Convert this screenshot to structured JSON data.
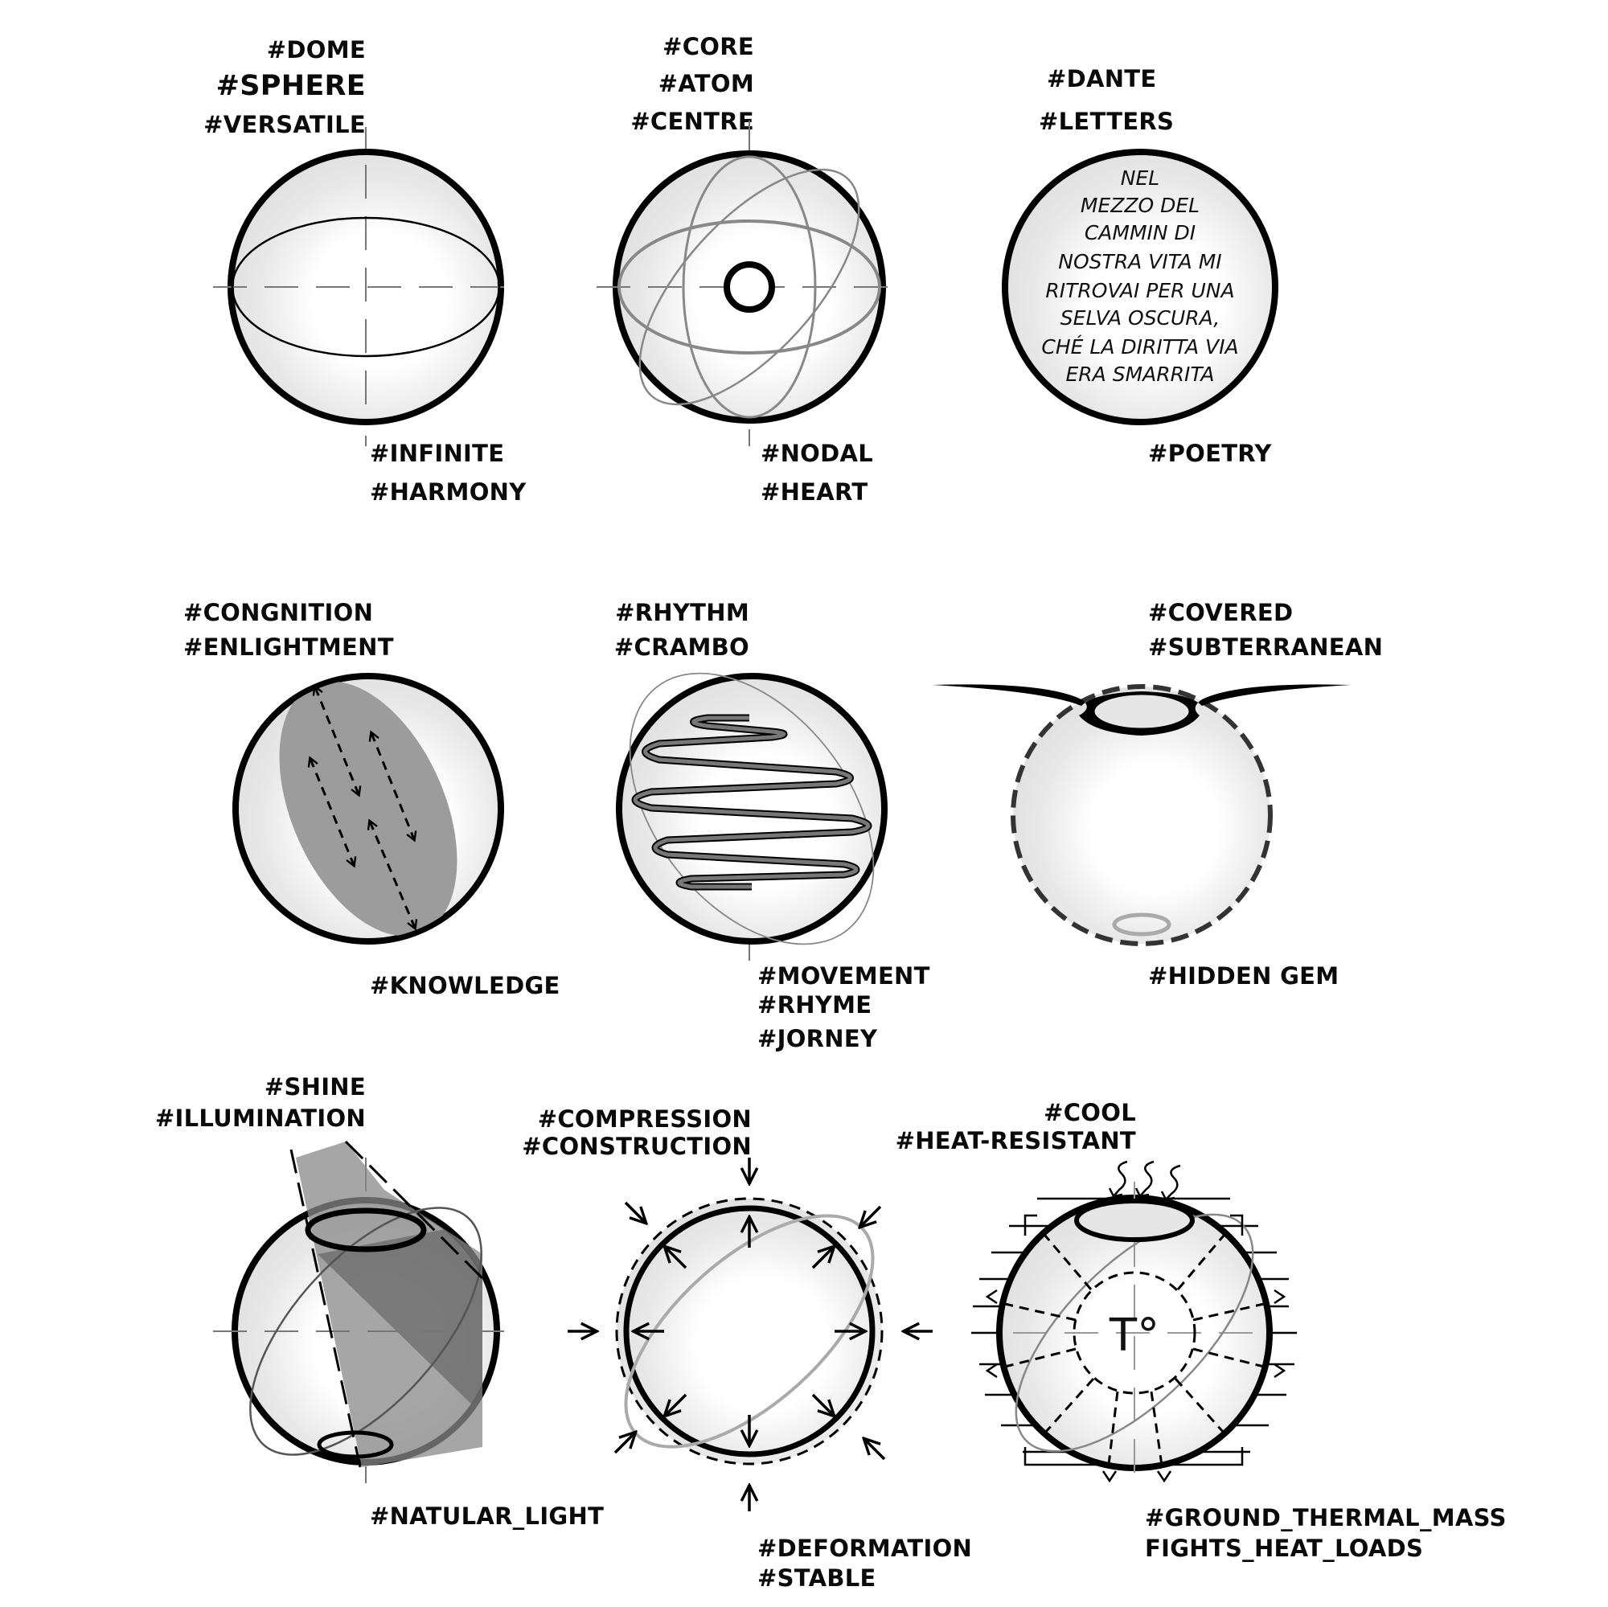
{
  "panels": [
    {
      "id": "sphere",
      "tags_top": [
        "#DOME",
        "#SPHERE",
        "#VERSATILE"
      ],
      "tags_bottom": [
        "#INFINITE",
        "#HARMONY"
      ]
    },
    {
      "id": "atom",
      "tags_top": [
        "#CORE",
        "#ATOM",
        "#CENTRE"
      ],
      "tags_bottom": [
        "#NODAL",
        "#HEART"
      ]
    },
    {
      "id": "dante",
      "tags_top": [
        "#DANTE",
        "#LETTERS"
      ],
      "tags_bottom": [
        "#POETRY"
      ],
      "poem_lines": [
        "NEL",
        "MEZZO DEL",
        "CAMMIN DI",
        "NOSTRA VITA MI",
        "RITROVAI PER UNA",
        "SELVA OSCURA,",
        "CHÉ LA DIRITTA VIA",
        "ERA SMARRITA"
      ]
    },
    {
      "id": "knowledge",
      "tags_top": [
        "#CONGNITION",
        "#ENLIGHTMENT"
      ],
      "tags_bottom": [
        "#KNOWLEDGE"
      ]
    },
    {
      "id": "rhythm",
      "tags_top": [
        "#RHYTHM",
        "#CRAMBO"
      ],
      "tags_bottom": [
        "#MOVEMENT",
        "#RHYME",
        "#JORNEY"
      ]
    },
    {
      "id": "covered",
      "tags_top": [
        "#COVERED",
        "#SUBTERRANEAN"
      ],
      "tags_bottom": [
        "#HIDDEN GEM"
      ]
    },
    {
      "id": "light",
      "tags_top": [
        "#SHINE",
        "#ILLUMINATION"
      ],
      "tags_bottom": [
        "#NATULAR_LIGHT"
      ]
    },
    {
      "id": "compression",
      "tags_top": [
        "#COMPRESSION",
        "#CONSTRUCTION"
      ],
      "tags_bottom": [
        "#DEFORMATION",
        "#STABLE"
      ]
    },
    {
      "id": "thermal",
      "tags_top": [
        "#COOL",
        "#HEAT-RESISTANT"
      ],
      "tags_bottom": [
        "#GROUND_THERMAL_MASS",
        "FIGHTS_HEAT_LOADS"
      ],
      "center_symbol": "T°"
    }
  ],
  "colors": {
    "outline": "#000000",
    "fill_light": "#e6e6e6",
    "fill_highlight": "#ffffff",
    "mid_gray": "#8c8c8c",
    "dark_gray": "#6a6a6a",
    "axis": "#777777"
  }
}
